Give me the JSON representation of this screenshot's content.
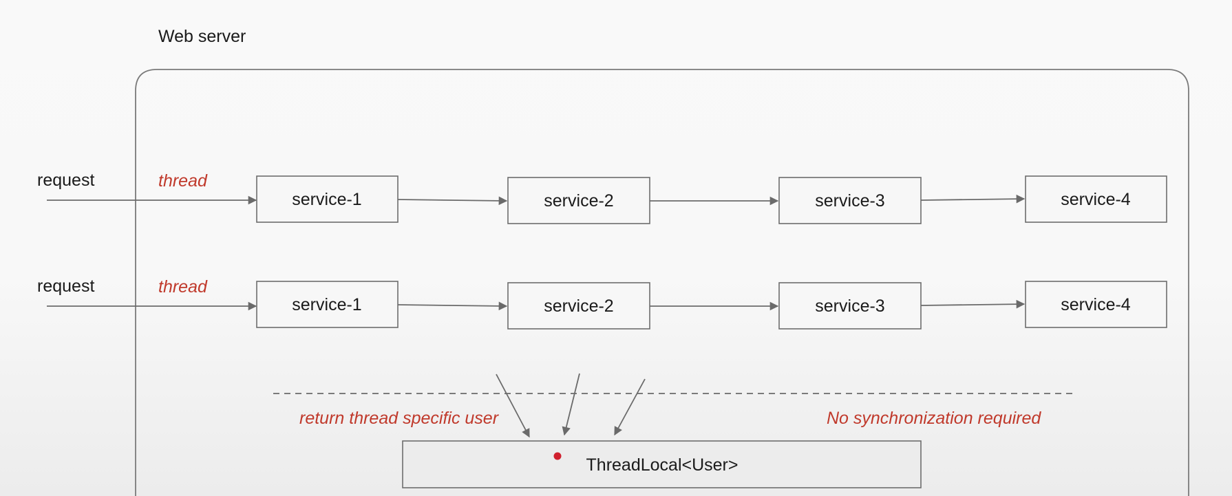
{
  "container": {
    "title": "Web server"
  },
  "rows": [
    {
      "request_label": "request",
      "thread_label": "thread",
      "services": [
        "service-1",
        "service-2",
        "service-3",
        "service-4"
      ]
    },
    {
      "request_label": "request",
      "thread_label": "thread",
      "services": [
        "service-1",
        "service-2",
        "service-3",
        "service-4"
      ]
    }
  ],
  "annotations": {
    "left_note": "return thread specific user",
    "right_note": "No synchronization required"
  },
  "threadlocal": {
    "label": "ThreadLocal<User>"
  },
  "colors": {
    "accent_red": "#c0392b",
    "dot_red": "#d0202e",
    "stroke_gray": "#6d6d6d"
  }
}
